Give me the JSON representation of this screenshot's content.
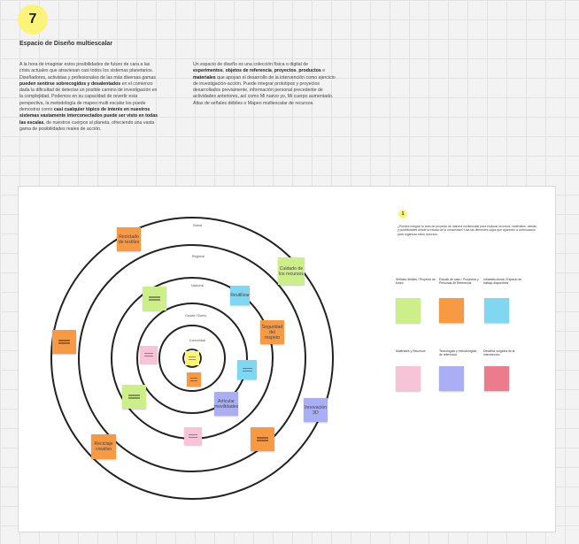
{
  "step": {
    "number": "7"
  },
  "title": "Espacio de Diseño multiescalar",
  "intro": {
    "col1": [
      {
        "t": "A la hora de imaginar estos posibilidades de futuro de cara a las crisis actuales que atraviesan casi todos los sistemas planetarios. Diseñadores, activistas y profesionales de las más diversas gamas ",
        "b": false
      },
      {
        "t": "pueden sentirse sobrecogidos y desalentados",
        "b": true
      },
      {
        "t": " en el comienzo dada la dificultad de detectar un posible camino de investigación en la complejidad. Podemos en su capacidad de revertir esta perspectiva, la metodología de mapeo multi escalar los puede demostrar como ",
        "b": false
      },
      {
        "t": "casi cualquier tópico de interés en nuestros sistemas vastamente interconectados puede ser visto en todas las escalas",
        "b": true
      },
      {
        "t": ", de nuestros cuerpos al planeta, ofreciendo una vasta gama de posibilidades reales de acción.",
        "b": false
      }
    ],
    "col2": [
      {
        "t": "Un espacio de diseño es una colección física o digital de ",
        "b": false
      },
      {
        "t": "experimentos",
        "b": true
      },
      {
        "t": ", ",
        "b": false
      },
      {
        "t": "objetos de referencia",
        "b": true
      },
      {
        "t": ", ",
        "b": false
      },
      {
        "t": "proyectos",
        "b": true
      },
      {
        "t": ", ",
        "b": false
      },
      {
        "t": "productos",
        "b": true
      },
      {
        "t": " e ",
        "b": false
      },
      {
        "t": "materiales",
        "b": true
      },
      {
        "t": " que apoyan el desarrollo de la intervención como ejercicio de investigación-acción. Puede integrar prototipos y proyectos desarrollados previamente, información personal precedente de actividades anteriores, así como Mi nuevo yo, Mi cuerpo aumentado. Atlas de señales débiles o Mapeo multiescalar de recursos.",
        "b": false
      }
    ]
  },
  "rings": [
    "Global",
    "Regional",
    "Nacional",
    "Ciudad / Barrio",
    "Comunidad"
  ],
  "stickies": [
    {
      "id": "s1",
      "label": "Reciclado de textiles",
      "color": "#f89a44",
      "text": true
    },
    {
      "id": "s2",
      "label": "Cuidado de los recursos",
      "color": "#cdef8a",
      "text": true
    },
    {
      "id": "s3",
      "label": "Reutilizar",
      "color": "#7fd7f2",
      "text": true
    },
    {
      "id": "s4",
      "label": "Seguridad del respeto",
      "color": "#f89a44",
      "text": true
    },
    {
      "id": "s5",
      "label": "Articular movilidades",
      "color": "#a9aef5",
      "text": true
    },
    {
      "id": "s6",
      "label": "Innovación 3D",
      "color": "#a9aef5",
      "text": true
    },
    {
      "id": "s7",
      "label": "Reciclaje creativo",
      "color": "#f89a44",
      "text": true
    },
    {
      "id": "s8",
      "label": "",
      "color": "#cdef8a",
      "text": false
    },
    {
      "id": "s9",
      "label": "",
      "color": "#f89a44",
      "text": false
    },
    {
      "id": "s10",
      "label": "",
      "color": "#f7c3d7",
      "text": false
    },
    {
      "id": "s11",
      "label": "",
      "color": "#fbf37a",
      "text": false
    },
    {
      "id": "s12",
      "label": "",
      "color": "#f89a44",
      "text": false
    },
    {
      "id": "s13",
      "label": "",
      "color": "#7fd7f2",
      "text": false
    },
    {
      "id": "s14",
      "label": "",
      "color": "#cdef8a",
      "text": false
    },
    {
      "id": "s15",
      "label": "",
      "color": "#f7c3d7",
      "text": false
    },
    {
      "id": "s16",
      "label": "",
      "color": "#f89a44",
      "text": false
    }
  ],
  "legend": {
    "badge": "1",
    "description": "¿Puedes integrar tu área de proyecto de manera multiescalar para explorar recursos, materiales, ofertas y posibilidades desde la escala de la comunidad? Usa las diferentes cajas que aparecen a continuación para organizar estos recursos.",
    "items": [
      {
        "label": "Señales débiles / Proyecto de futuro",
        "color": "#cdef8a"
      },
      {
        "label": "Estudio de caso / Proyectos y Personas de Referencia",
        "color": "#f89a44"
      },
      {
        "label": "Infraestructuras / Espacio de trabajo disponibles",
        "color": "#7fd7f2"
      },
      {
        "label": "Materiales y Recursos",
        "color": "#f7c3d7"
      },
      {
        "label": "Tecnologías y metodologías de referencia",
        "color": "#a9aef5"
      },
      {
        "label": "Desafíos surgidos de la Intervención",
        "color": "#ec7c8c"
      }
    ]
  }
}
